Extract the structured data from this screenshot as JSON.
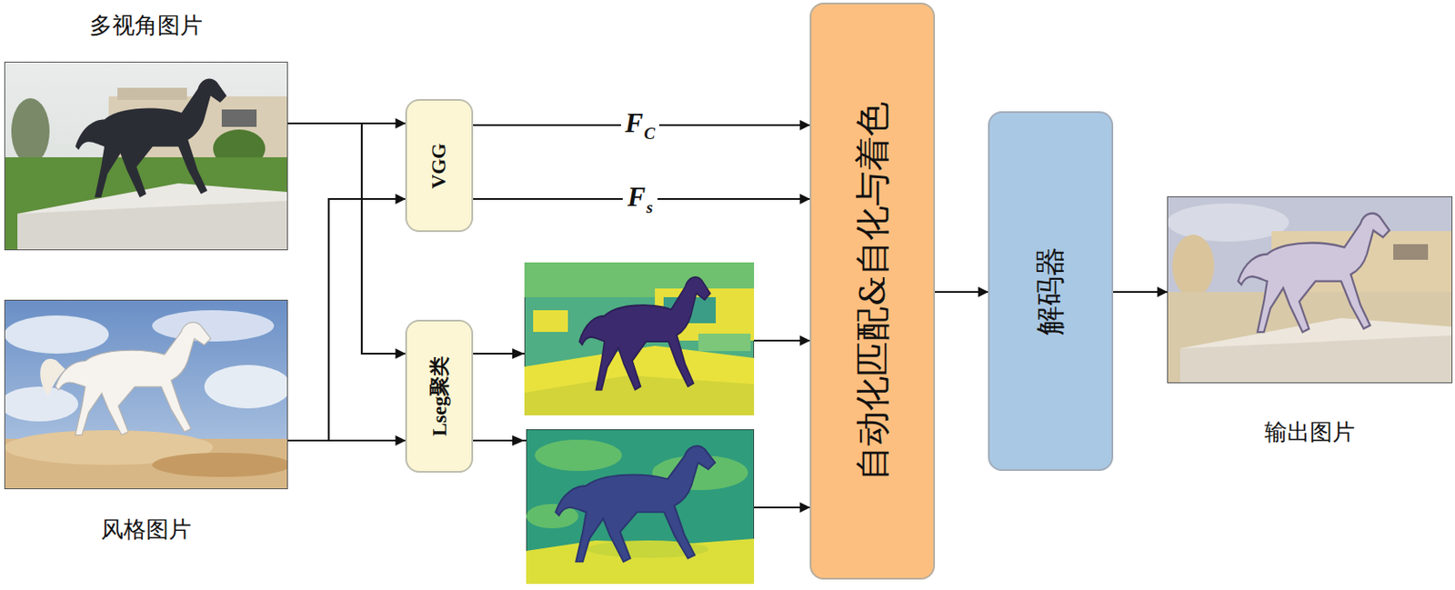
{
  "diagram": {
    "nodes": [
      {
        "text": [
          "多视角图片"
        ]
      },
      {
        "text": [
          "风格图片"
        ]
      },
      {
        "text": [
          "VGG"
        ]
      },
      {
        "text": [
          "Lseg聚类"
        ]
      },
      {
        "text": [
          "自动化匹配&自化与着色"
        ]
      },
      {
        "text": [
          "解码器"
        ]
      },
      {
        "text": [
          "输出图片"
        ]
      }
    ],
    "edges": [
      {
        "from": 0,
        "to": 2,
        "arrow": "to"
      },
      {
        "from": 0,
        "to": 3,
        "arrow": "to"
      },
      {
        "from": 1,
        "to": 2,
        "arrow": "to"
      },
      {
        "from": 1,
        "to": 3,
        "arrow": "to"
      },
      {
        "from": 2,
        "to": 4,
        "arrow": "to"
      },
      {
        "from": 2,
        "to": 4,
        "arrow": "to"
      },
      {
        "from": 3,
        "to": 4,
        "arrow": "to"
      },
      {
        "from": 3,
        "to": 4,
        "arrow": "to"
      },
      {
        "from": 4,
        "to": 5,
        "arrow": "to"
      },
      {
        "from": 5,
        "to": 6,
        "arrow": "to"
      }
    ],
    "labels": [
      "F",
      "C",
      "F",
      "s"
    ]
  }
}
